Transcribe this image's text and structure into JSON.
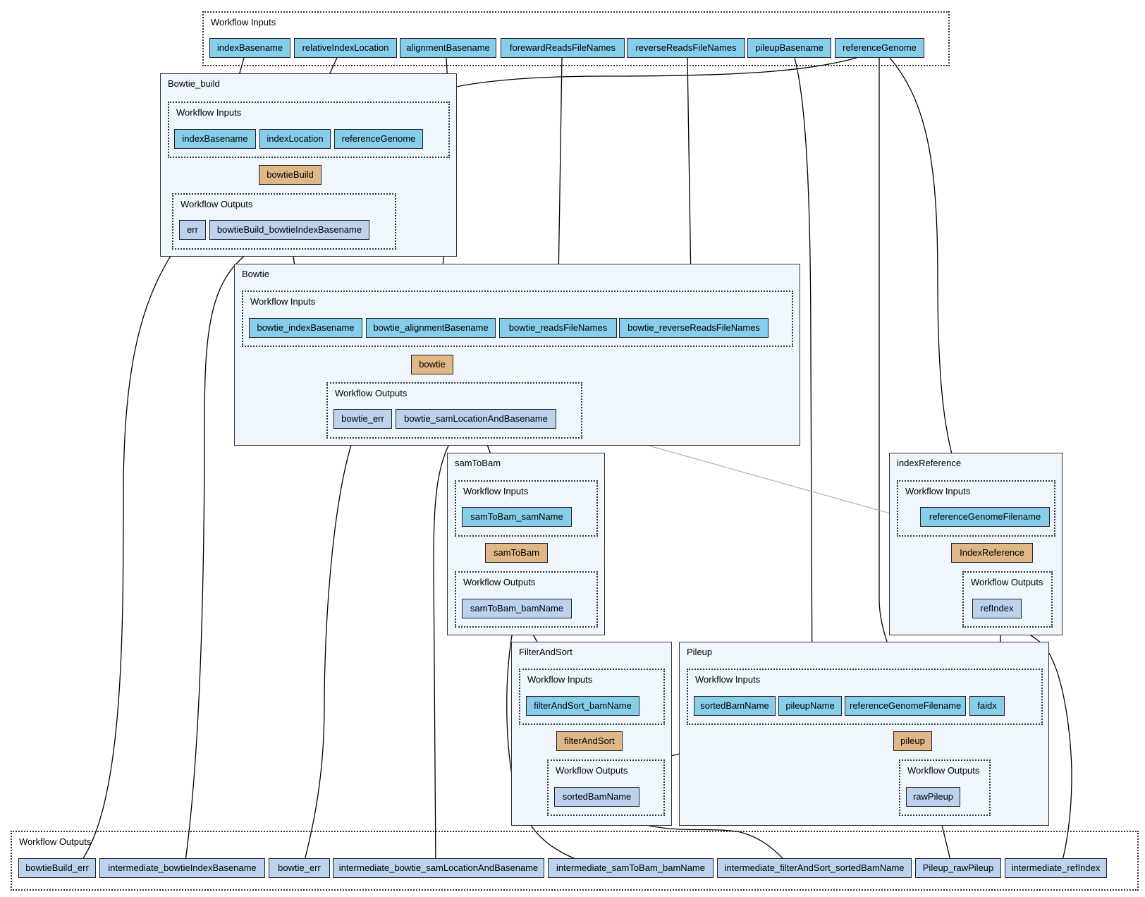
{
  "workflow_inputs": {
    "label": "Workflow Inputs",
    "items": [
      "indexBasename",
      "relativeIndexLocation",
      "alignmentBasename",
      "forewardReadsFileNames",
      "reverseReadsFileNames",
      "pileupBasename",
      "referenceGenome"
    ]
  },
  "workflow_outputs": {
    "label": "Workflow Outputs",
    "items": [
      "bowtieBuild_err",
      "intermediate_bowtieIndexBasename",
      "bowtie_err",
      "intermediate_bowtie_samLocationAndBasename",
      "intermediate_samToBam_bamName",
      "intermediate_filterAndSort_sortedBamName",
      "Pileup_rawPileup",
      "intermediate_refIndex"
    ]
  },
  "subworkflows": {
    "bowtie_build": {
      "title": "Bowtie_build",
      "inputs_label": "Workflow Inputs",
      "inputs": [
        "indexBasename",
        "indexLocation",
        "referenceGenome"
      ],
      "processor": "bowtieBuild",
      "outputs_label": "Workflow Outputs",
      "outputs": [
        "err",
        "bowtieBuild_bowtieIndexBasename"
      ]
    },
    "bowtie": {
      "title": "Bowtie",
      "inputs_label": "Workflow Inputs",
      "inputs": [
        "bowtie_indexBasename",
        "bowtie_alignmentBasename",
        "bowtie_readsFileNames",
        "bowtie_reverseReadsFileNames"
      ],
      "processor": "bowtie",
      "outputs_label": "Workflow Outputs",
      "outputs": [
        "bowtie_err",
        "bowtie_samLocationAndBasename"
      ]
    },
    "samtobam": {
      "title": "samToBam",
      "inputs_label": "Workflow Inputs",
      "inputs": [
        "samToBam_samName"
      ],
      "processor": "samToBam",
      "outputs_label": "Workflow Outputs",
      "outputs": [
        "samToBam_bamName"
      ]
    },
    "indexreference": {
      "title": "indexReference",
      "inputs_label": "Workflow Inputs",
      "inputs": [
        "referenceGenomeFilename"
      ],
      "processor": "IndexReference",
      "outputs_label": "Workflow Outputs",
      "outputs": [
        "refIndex"
      ]
    },
    "filterandsort": {
      "title": "FilterAndSort",
      "inputs_label": "Workflow Inputs",
      "inputs": [
        "filterAndSort_bamName"
      ],
      "processor": "filterAndSort",
      "outputs_label": "Workflow Outputs",
      "outputs": [
        "sortedBamName"
      ]
    },
    "pileup": {
      "title": "Pileup",
      "inputs_label": "Workflow Inputs",
      "inputs": [
        "sortedBamName",
        "pileupName",
        "referenceGenomeFilename",
        "faidx"
      ],
      "processor": "pileup",
      "outputs_label": "Workflow Outputs",
      "outputs": [
        "rawPileup"
      ]
    }
  },
  "colors": {
    "input_port": "#87ceeb",
    "output_port": "#bcd2ee",
    "processor": "#deb887",
    "subworkflow_bg": "#eff6fe",
    "input_marker": "#ff4040",
    "output_marker": "#66cc00"
  }
}
